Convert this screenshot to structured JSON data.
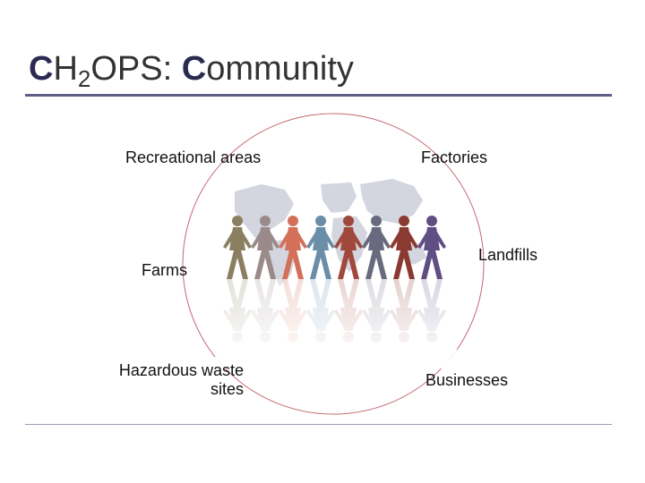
{
  "title": {
    "c1": "C",
    "h": "H",
    "sub": "2",
    "ops": "OPS: ",
    "c2": "C",
    "rest": "ommunity"
  },
  "labels": {
    "recreational": "Recreational areas",
    "factories": "Factories",
    "farms": "Farms",
    "landfills": "Landfills",
    "hazardous_line1": "Hazardous waste",
    "hazardous_line2": "sites",
    "businesses": "Businesses"
  },
  "colors": {
    "title_accent": "#2b2b52",
    "rule": "#5e5e88",
    "circle": "#c26a70",
    "figures": [
      "#8a7f60",
      "#9a8a8a",
      "#d4705a",
      "#6a8da8",
      "#a0483c",
      "#6a6a7e",
      "#8a3a30",
      "#5e4e82"
    ]
  }
}
